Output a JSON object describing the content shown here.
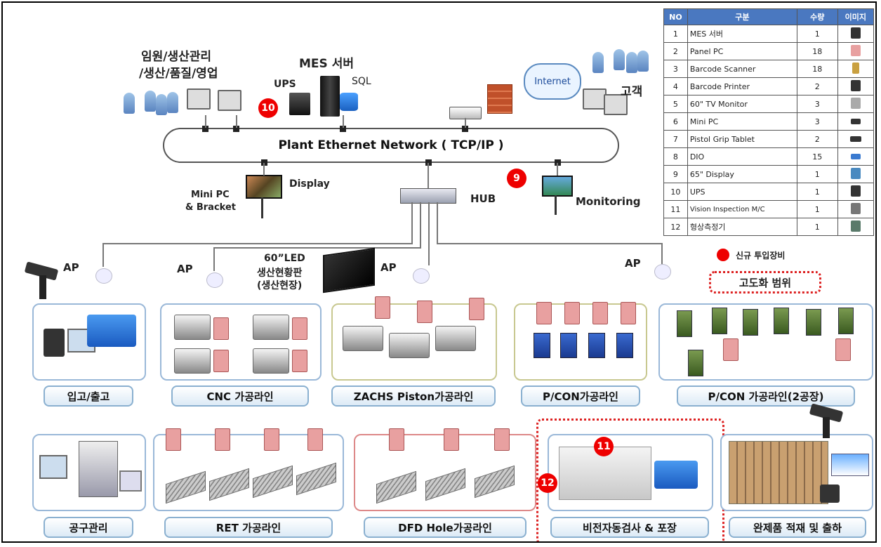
{
  "top": {
    "users_label_1": "임원/생산관리",
    "users_label_2": "/생산/품질/영업",
    "mes_label": "MES 서버",
    "ups_label": "UPS",
    "sql_label": "SQL",
    "internet_label": "Internet",
    "customer_label": "고객",
    "network_label": "Plant Ethernet Network ( TCP/IP )",
    "display_label": "Display",
    "minipc_label_1": "Mini PC",
    "minipc_label_2": "& Bracket",
    "hub_label": "HUB",
    "monitoring_label": "Monitoring",
    "led_label_1": "60”LED",
    "led_label_2": "생산현황판",
    "led_label_3": "(생산현장)",
    "ap_label": "AP"
  },
  "badges": {
    "b9": "9",
    "b10": "10",
    "b11": "11",
    "b12": "12"
  },
  "legend": {
    "new_equipment": "신규 투입장비",
    "scope": "고도화 범위"
  },
  "table": {
    "headers": [
      "NO",
      "구분",
      "수량",
      "이미지"
    ],
    "rows": [
      {
        "no": "1",
        "name": "MES 서버",
        "qty": "1"
      },
      {
        "no": "2",
        "name": "Panel PC",
        "qty": "18"
      },
      {
        "no": "3",
        "name": "Barcode Scanner",
        "qty": "18"
      },
      {
        "no": "4",
        "name": "Barcode Printer",
        "qty": "2"
      },
      {
        "no": "5",
        "name": "60\" TV Monitor",
        "qty": "3"
      },
      {
        "no": "6",
        "name": "Mini PC",
        "qty": "3"
      },
      {
        "no": "7",
        "name": "Pistol Grip Tablet",
        "qty": "2"
      },
      {
        "no": "8",
        "name": "DIO",
        "qty": "15"
      },
      {
        "no": "9",
        "name": "65\" Display",
        "qty": "1"
      },
      {
        "no": "10",
        "name": "UPS",
        "qty": "1"
      },
      {
        "no": "11",
        "name": "Vision Inspection M/C",
        "qty": "1"
      },
      {
        "no": "12",
        "name": "형상측정기",
        "qty": "1"
      }
    ]
  },
  "lines": {
    "in_out": "입고/출고",
    "cnc": "CNC 가공라인",
    "zachs": "ZACHS Piston가공라인",
    "pcon": "P/CON가공라인",
    "pcon2": "P/CON 가공라인(2공장)",
    "tool": "공구관리",
    "ret": "RET 가공라인",
    "dfd": "DFD Hole가공라인",
    "vision": "비전자동검사 & 포장",
    "finished": "완제품 적재 및 출하"
  },
  "colors": {
    "accent": "#4a78c0",
    "badge": "#e00000",
    "scope": "#d22222"
  }
}
